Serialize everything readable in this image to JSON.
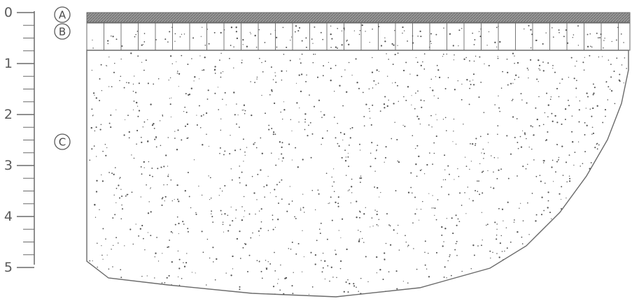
{
  "scale": {
    "ticks": [
      "0",
      "1",
      "2",
      "3",
      "4",
      "5"
    ]
  },
  "layers": [
    {
      "id": "A",
      "letter": "A"
    },
    {
      "id": "B",
      "letter": "B"
    },
    {
      "id": "C",
      "letter": "C"
    }
  ],
  "colors": {
    "line": "#6a6a6a",
    "layer_a_fill": "#8a8a8a",
    "dots": "#555555"
  }
}
